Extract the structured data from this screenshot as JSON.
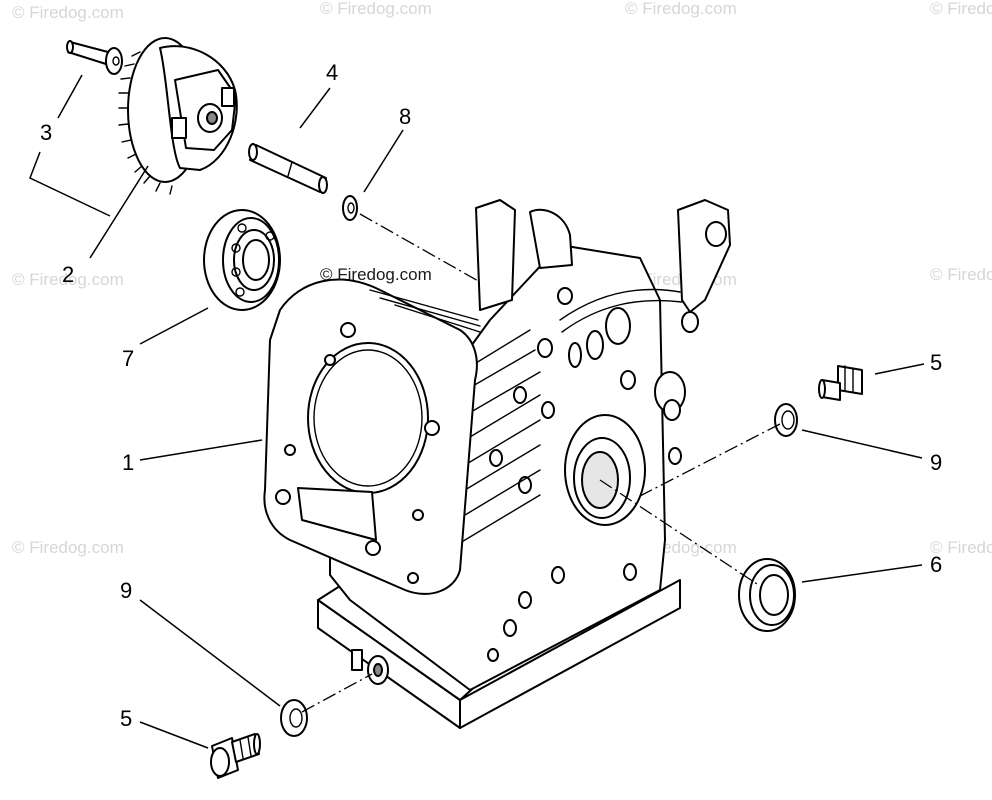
{
  "watermark": {
    "text": "© Firedog.com",
    "center_text": "© Firedog.com"
  },
  "callouts": {
    "c1": "1",
    "c2": "2",
    "c3": "3",
    "c4": "4",
    "c5a": "5",
    "c5b": "5",
    "c6": "6",
    "c7": "7",
    "c8": "8",
    "c9a": "9",
    "c9b": "9"
  },
  "parts": [
    {
      "ref": "1",
      "icon": "crankcase-icon"
    },
    {
      "ref": "2",
      "icon": "governor-gear-icon"
    },
    {
      "ref": "3",
      "icon": "governor-pin-icon"
    },
    {
      "ref": "4",
      "icon": "shaft-pin-icon"
    },
    {
      "ref": "5",
      "icon": "drain-plug-icon"
    },
    {
      "ref": "6",
      "icon": "oil-seal-icon"
    },
    {
      "ref": "7",
      "icon": "ball-bearing-icon"
    },
    {
      "ref": "8",
      "icon": "washer-icon"
    },
    {
      "ref": "9",
      "icon": "gasket-washer-icon"
    }
  ]
}
